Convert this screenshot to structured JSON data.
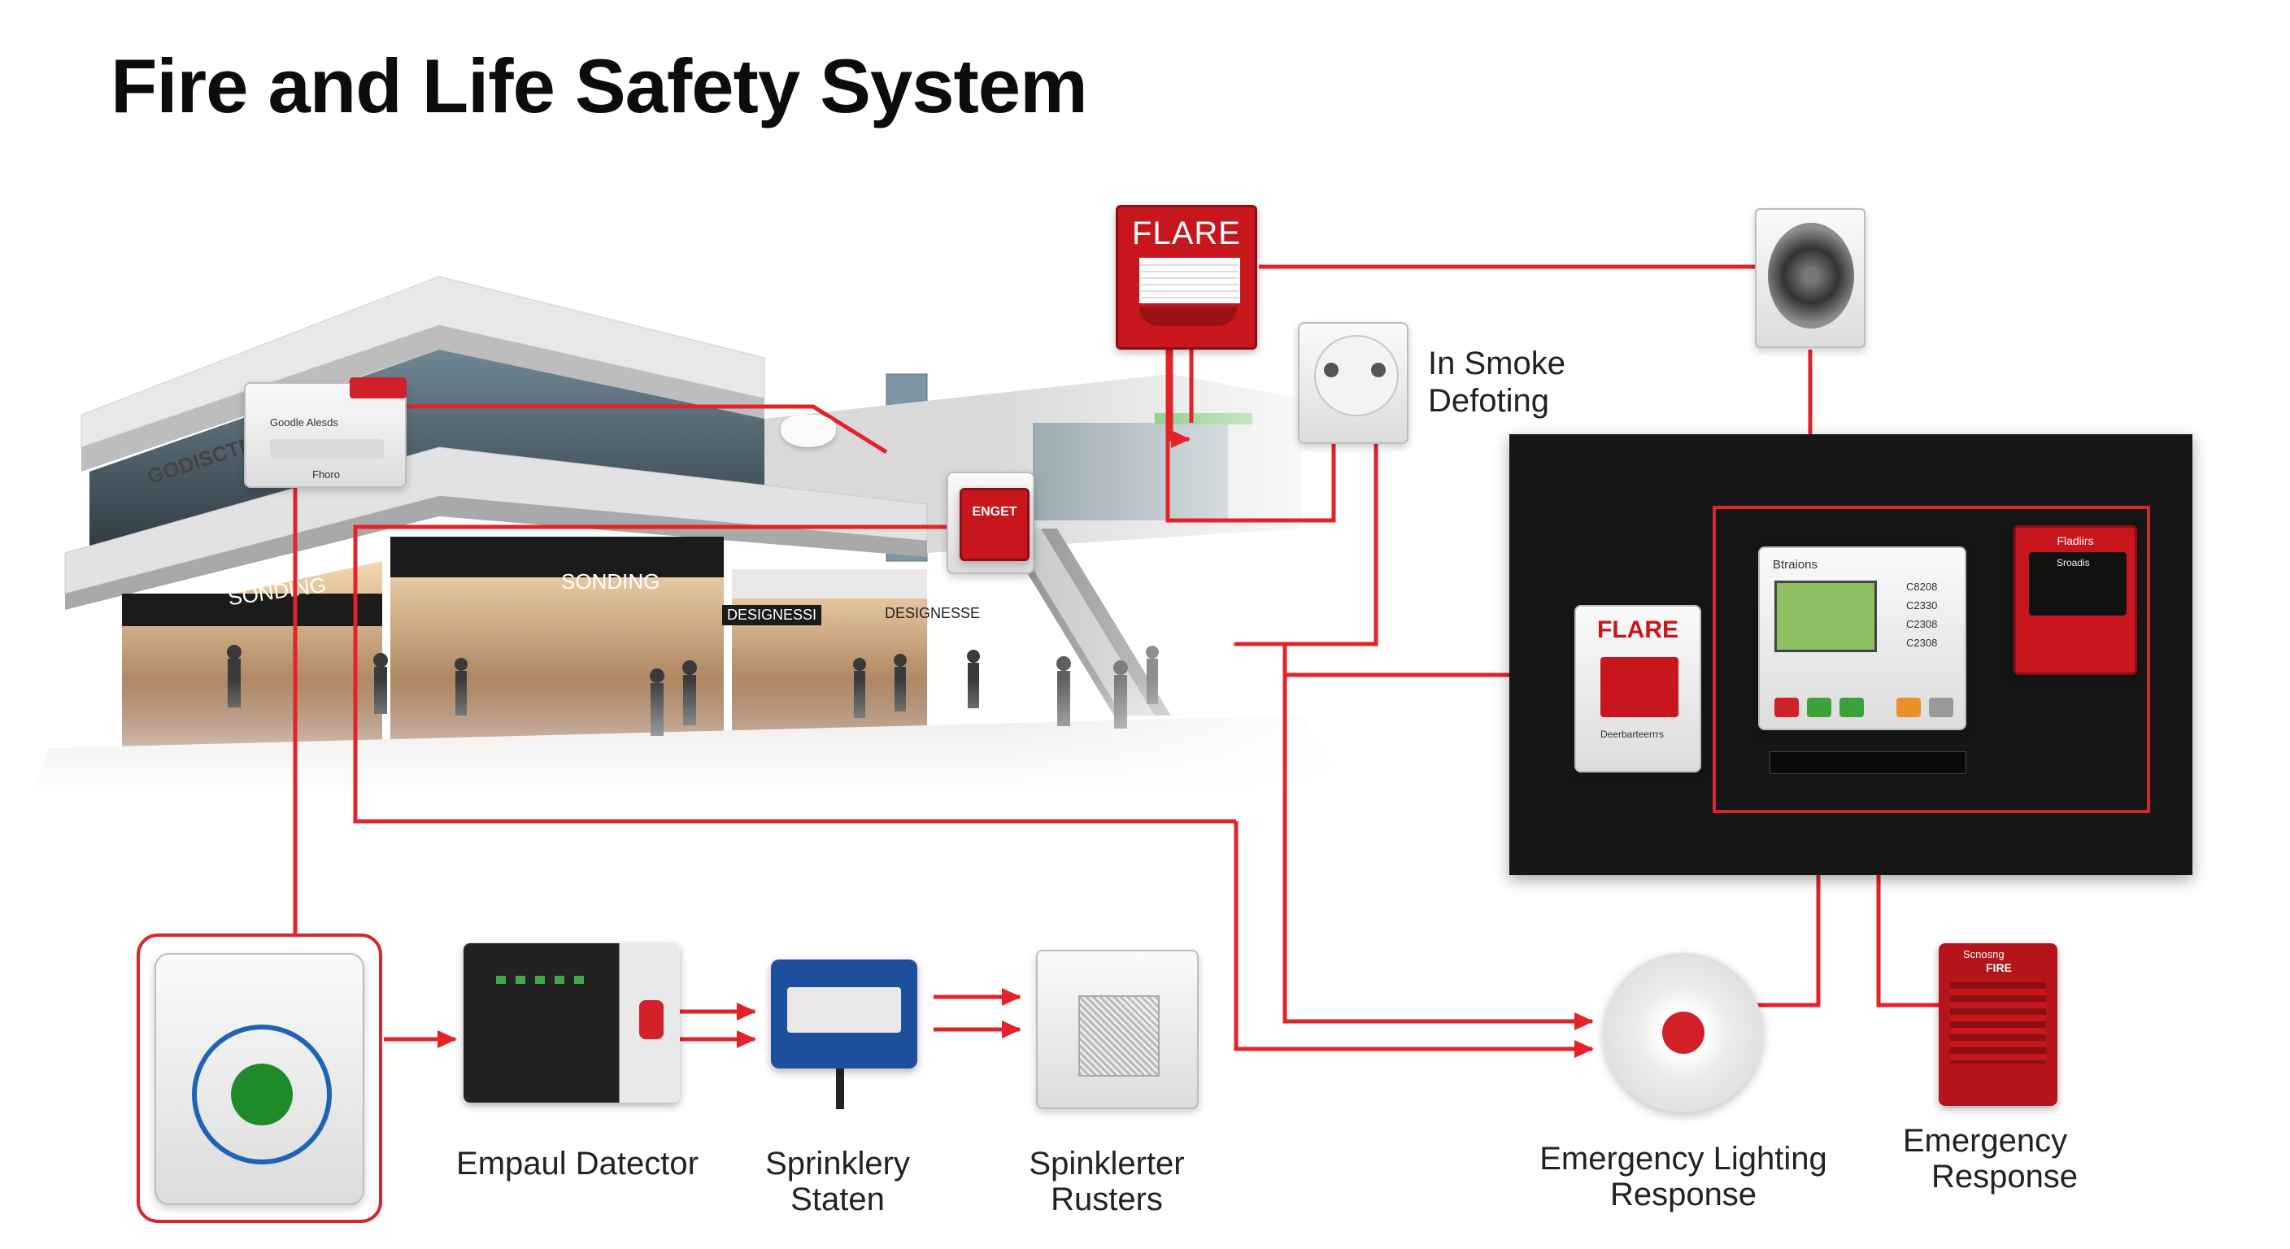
{
  "title": "Fire and Life Safety System",
  "mall": {
    "store_sign_left": "SONDING",
    "store_sign_center": "SONDING",
    "store_sign_right": "DESIGNESSI",
    "store_sign_right2": "DESIGNESSE",
    "wall_sign": "GODISCTNC",
    "panel_top_label": "Goodle Alesds",
    "panel_bottom_label": "Fhoro",
    "red_sign": "ENGET"
  },
  "devices": {
    "flare_top_label": "FLARE",
    "smoke_label_line1": "In Smoke",
    "smoke_label_line2": "Defoting",
    "panel_flare_label": "FLARE",
    "panel_display_label": "Btraions",
    "panel_right_label": "Fladiirs",
    "panel_right_sub": "Sroadis",
    "panel_keys": [
      "C8208",
      "C2330",
      "C2308",
      "C2308"
    ],
    "panel_flare_sub": "Deerbarteerrrs"
  },
  "bottom": {
    "detector_label": "Empaul Datector",
    "sprinkler1_line1": "Sprinklery",
    "sprinkler1_line2": "Staten",
    "sprinkler2_line1": "Spinklerter",
    "sprinkler2_line2": "Rusters",
    "lighting_line1": "Emergency Lighting",
    "lighting_line2": "Response",
    "response_line1": "Emergency",
    "response_line2": "Response",
    "response_device_label": "Scnosng",
    "response_device_sub": "FIRE"
  },
  "colors": {
    "wire": "#e3222a",
    "flare": "#c8161d",
    "panel": "#161616",
    "accent_blue": "#1f63b8"
  }
}
